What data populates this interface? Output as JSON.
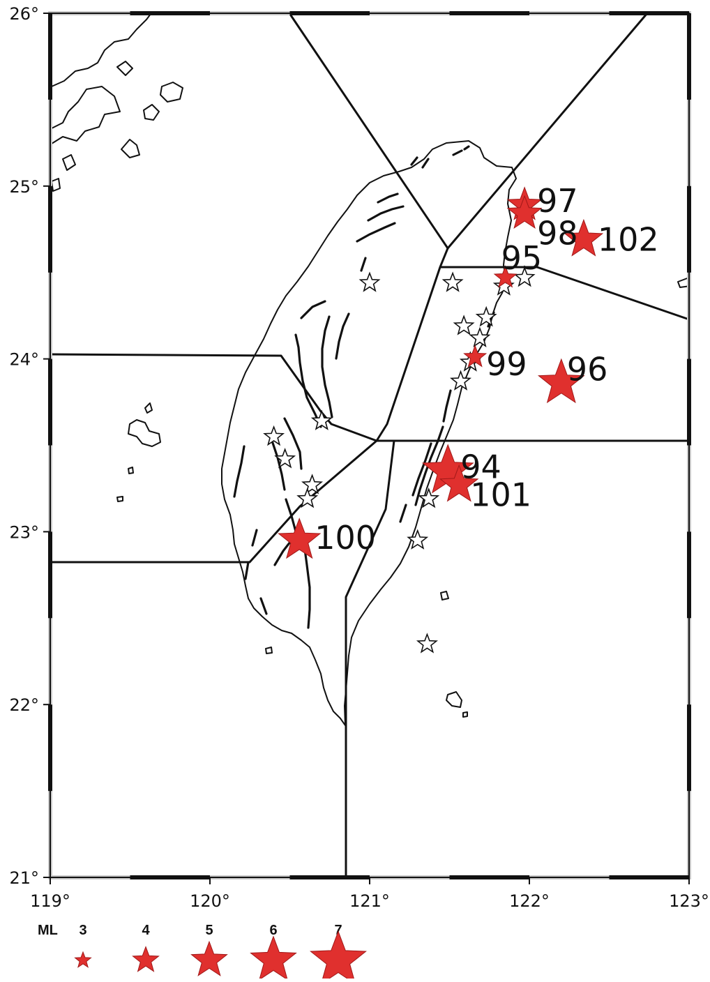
{
  "map": {
    "lon_range": [
      119,
      123
    ],
    "lat_range": [
      21,
      26
    ],
    "x_ticks": [
      {
        "value": 119,
        "label": "119°"
      },
      {
        "value": 120,
        "label": "120°"
      },
      {
        "value": 121,
        "label": "121°"
      },
      {
        "value": 122,
        "label": "122°"
      },
      {
        "value": 123,
        "label": "123°"
      }
    ],
    "y_ticks": [
      {
        "value": 21,
        "label": "21°"
      },
      {
        "value": 22,
        "label": "22°"
      },
      {
        "value": 23,
        "label": "23°"
      },
      {
        "value": 24,
        "label": "24°"
      },
      {
        "value": 25,
        "label": "25°"
      },
      {
        "value": 26,
        "label": "26°"
      }
    ]
  },
  "colors": {
    "event_star": "#e0302e",
    "event_star_stroke": "#a01818",
    "open_star": "#ffffff",
    "line": "#111111",
    "frame_light": "#c8c8c8"
  },
  "events": [
    {
      "label": "94",
      "lon": 121.49,
      "lat": 23.35,
      "ml": 6.5
    },
    {
      "label": "95",
      "lon": 121.85,
      "lat": 24.47,
      "ml": 3.6
    },
    {
      "label": "96",
      "lon": 122.2,
      "lat": 23.86,
      "ml": 6.0
    },
    {
      "label": "97",
      "lon": 121.97,
      "lat": 24.89,
      "ml": 4.8
    },
    {
      "label": "98",
      "lon": 121.97,
      "lat": 24.84,
      "ml": 4.8
    },
    {
      "label": "99",
      "lon": 121.66,
      "lat": 24.01,
      "ml": 3.6
    },
    {
      "label": "100",
      "lon": 120.56,
      "lat": 22.95,
      "ml": 5.6
    },
    {
      "label": "101",
      "lon": 121.56,
      "lat": 23.27,
      "ml": 5.2
    },
    {
      "label": "102",
      "lon": 122.34,
      "lat": 24.69,
      "ml": 5.2
    }
  ],
  "other_events": [
    {
      "lon": 121.0,
      "lat": 24.44
    },
    {
      "lon": 121.52,
      "lat": 24.44
    },
    {
      "lon": 121.84,
      "lat": 24.42
    },
    {
      "lon": 121.97,
      "lat": 24.47
    },
    {
      "lon": 121.59,
      "lat": 24.19
    },
    {
      "lon": 121.73,
      "lat": 24.24
    },
    {
      "lon": 121.69,
      "lat": 24.12
    },
    {
      "lon": 121.63,
      "lat": 23.98
    },
    {
      "lon": 121.57,
      "lat": 23.87
    },
    {
      "lon": 120.4,
      "lat": 23.55
    },
    {
      "lon": 120.7,
      "lat": 23.64
    },
    {
      "lon": 120.47,
      "lat": 23.42
    },
    {
      "lon": 120.64,
      "lat": 23.27
    },
    {
      "lon": 120.61,
      "lat": 23.19
    },
    {
      "lon": 121.37,
      "lat": 23.19
    },
    {
      "lon": 121.3,
      "lat": 22.95
    },
    {
      "lon": 121.36,
      "lat": 22.35
    }
  ],
  "legend": {
    "title": "ML",
    "items": [
      {
        "label": "3",
        "ml": 3
      },
      {
        "label": "4",
        "ml": 4
      },
      {
        "label": "5",
        "ml": 5
      },
      {
        "label": "6",
        "ml": 6
      },
      {
        "label": "7",
        "ml": 7
      }
    ]
  }
}
